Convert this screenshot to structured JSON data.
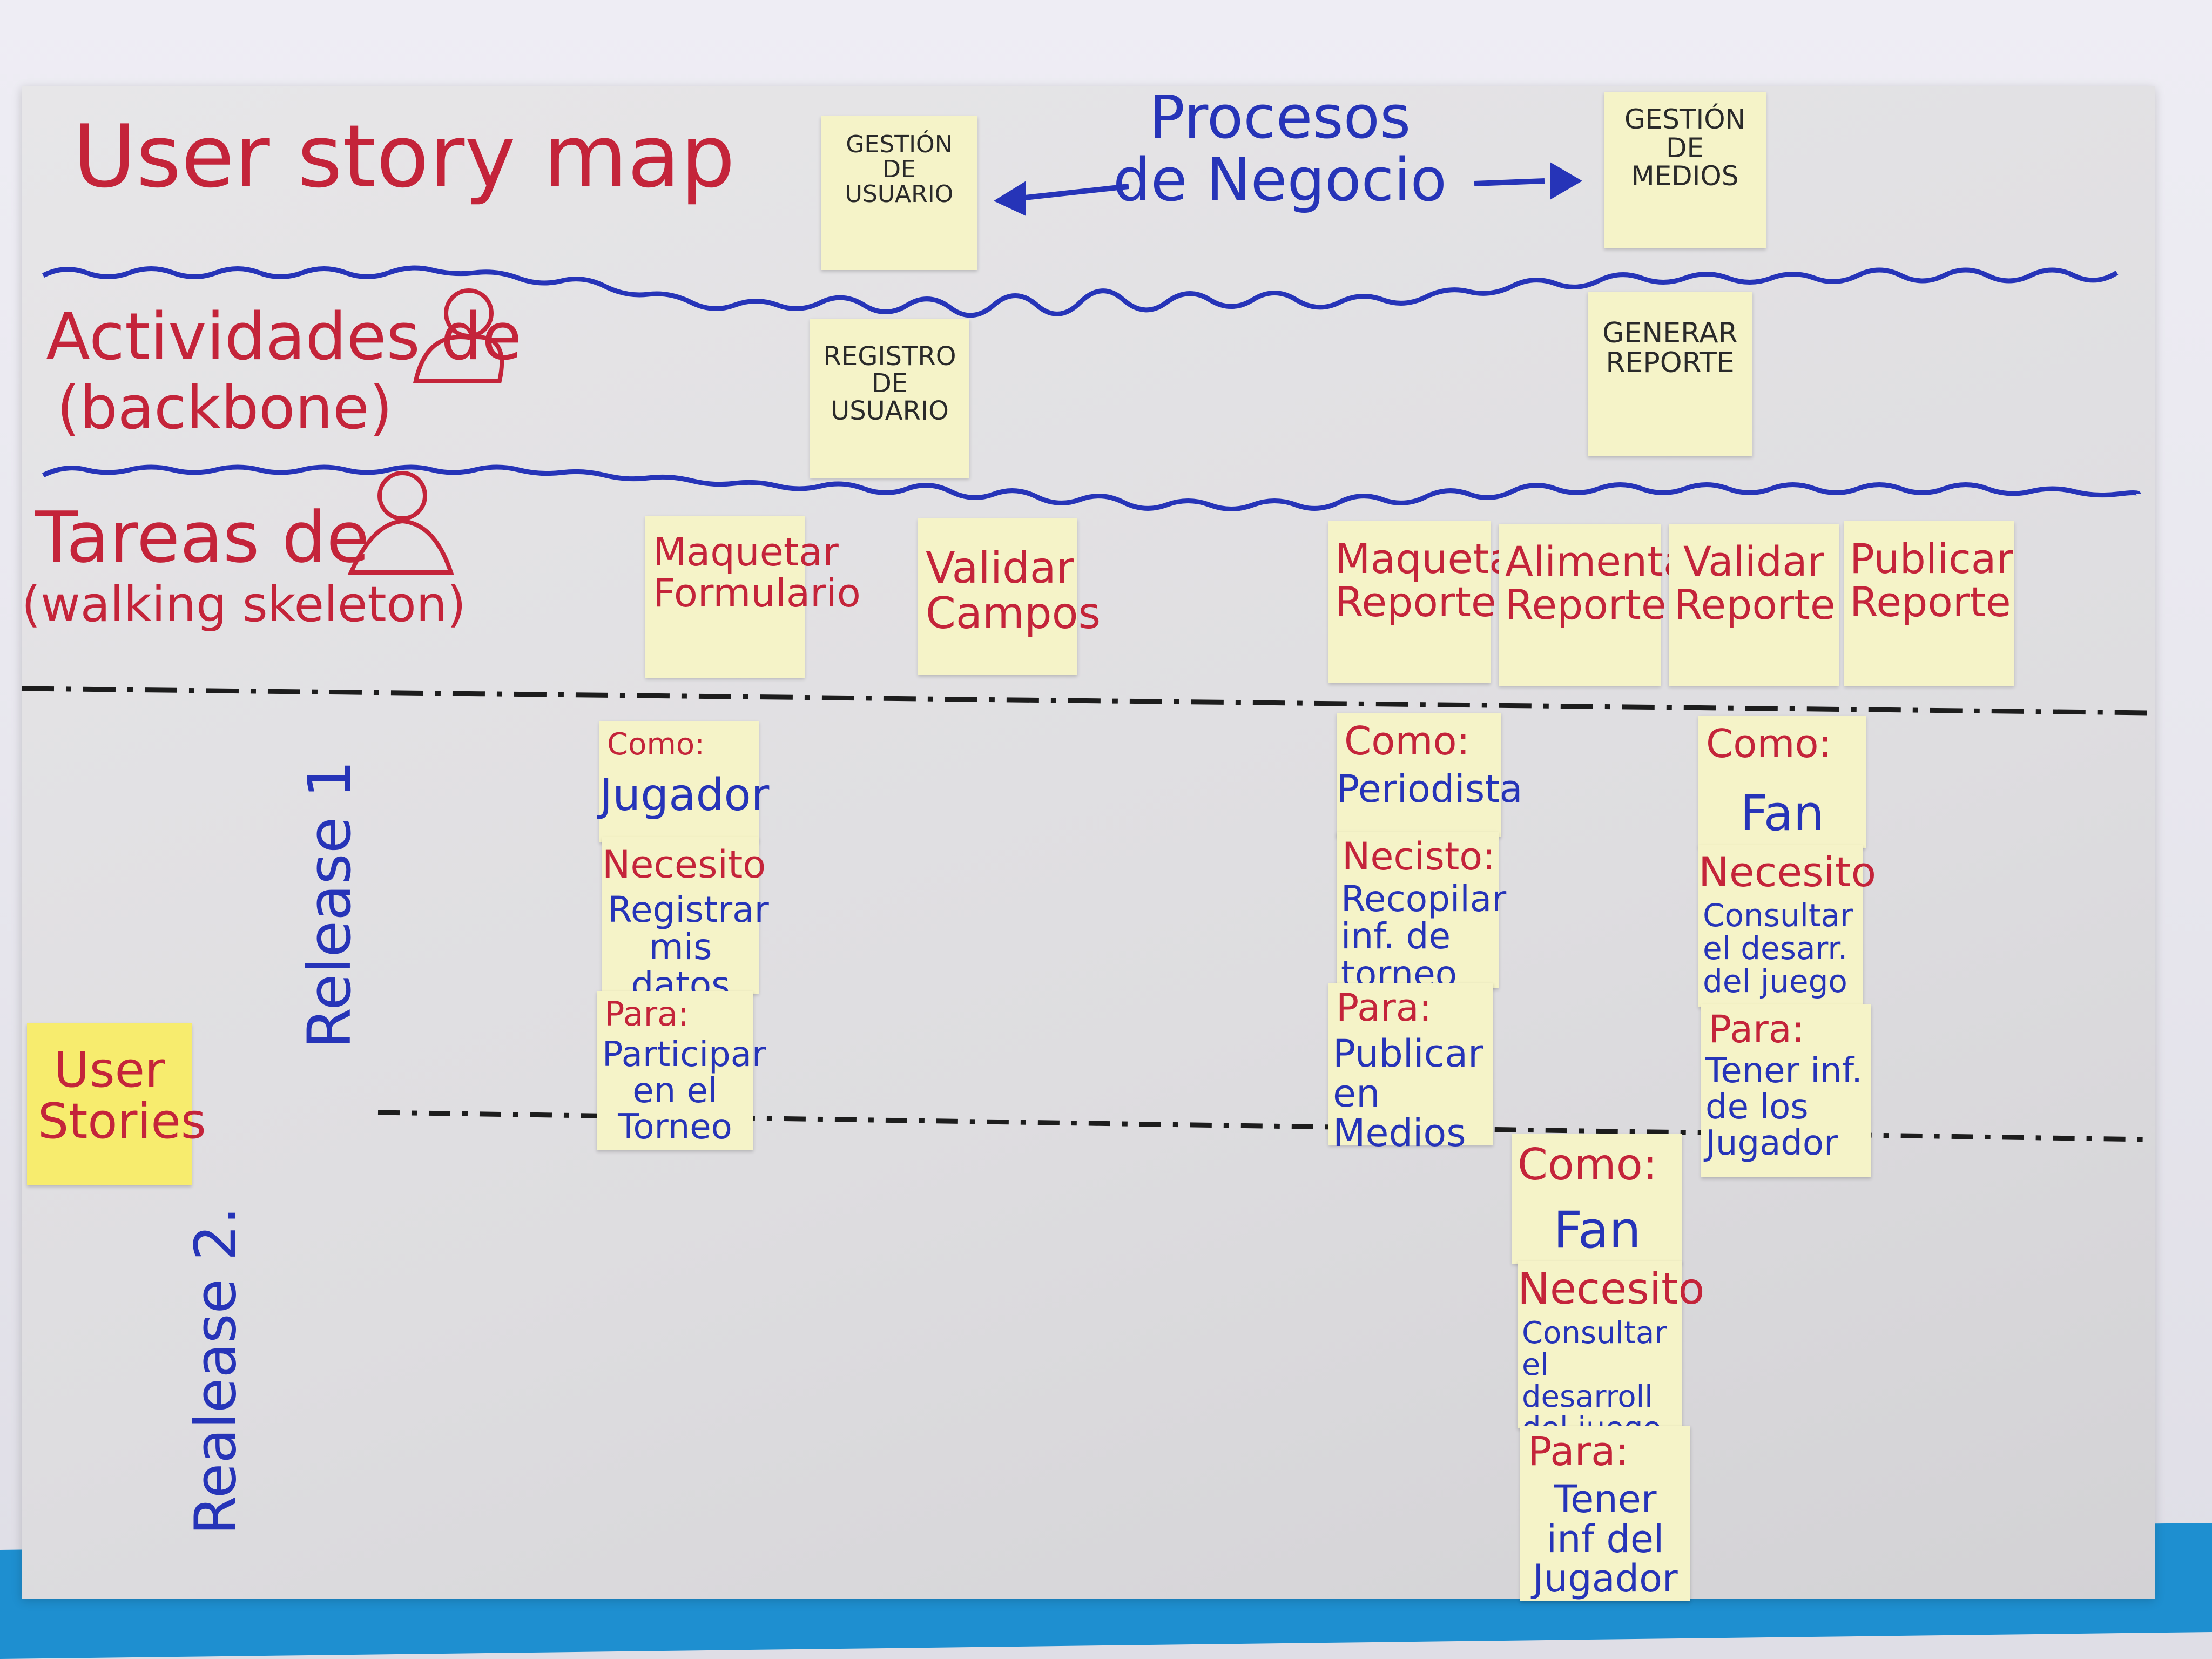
{
  "board": {
    "title": "User story map",
    "procesos_label": "Procesos de Negocio",
    "actividades_label": "Actividades de",
    "actividades_sub": "(backbone)",
    "tareas_label": "Tareas de",
    "tareas_sub": "(walking skeleton)",
    "release1": "Release 1",
    "release2": "Realease 2.",
    "user_stories_note": "User Stories"
  },
  "procesos": [
    {
      "label": "GESTIÓN DE USUARIO"
    },
    {
      "label": "GESTIÓN DE MEDIOS"
    }
  ],
  "actividades": [
    {
      "label": "REGISTRO DE USUARIO"
    },
    {
      "label": "GENERAR REPORTE"
    }
  ],
  "tareas": [
    {
      "label": "Maquetar Formulario"
    },
    {
      "label": "Validar Campos"
    },
    {
      "label": "Maquetar Reporte"
    },
    {
      "label": "Alimentar Reporte"
    },
    {
      "label": "Validar Reporte"
    },
    {
      "label": "Publicar Reporte"
    }
  ],
  "stories": [
    {
      "como_label": "Como:",
      "como": "Jugador",
      "necesito_label": "Necesito",
      "necesito": "Registrar mis datos",
      "para_label": "Para:",
      "para": "Participar en el Torneo"
    },
    {
      "como_label": "Como:",
      "como": "Periodista",
      "necesito_label": "Necisto:",
      "necesito": "Recopilar inf. de torneo",
      "para_label": "Para:",
      "para": "Publicar en Medios"
    },
    {
      "como_label": "Como:",
      "como": "Fan",
      "necesito_label": "Necesito",
      "necesito": "Consultar el desarr. del juego",
      "para_label": "Para:",
      "para": "Tener inf. de los Jugador"
    },
    {
      "como_label": "Como:",
      "como": "Fan",
      "necesito_label": "Necesito",
      "necesito": "Consultar el desarroll del juego",
      "para_label": "Para:",
      "para": "Tener inf del Jugador"
    }
  ],
  "colors": {
    "red_marker": "#c4243a",
    "blue_marker": "#2634b8",
    "sticky": "#f5f3c8",
    "sticky_yellow": "#f7ec6e"
  }
}
